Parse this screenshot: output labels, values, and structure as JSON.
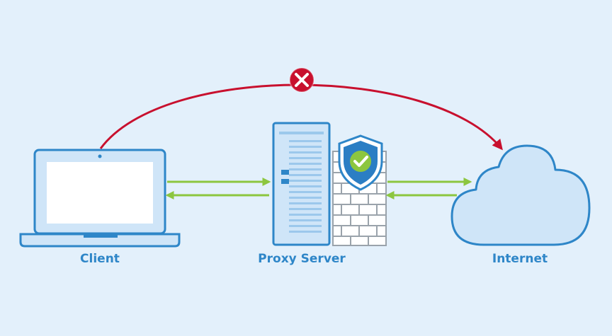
{
  "nodes": {
    "client": {
      "label": "Client",
      "icon": "laptop-icon"
    },
    "proxy": {
      "label": "Proxy Server",
      "icon": "server-rack-icon"
    },
    "firewall": {
      "icon": "firewall-brick-wall-icon",
      "badge_icon": "shield-check-icon"
    },
    "internet": {
      "label": "Internet",
      "icon": "cloud-icon"
    }
  },
  "connections": [
    {
      "from": "client",
      "to": "proxy",
      "style": "bidirectional",
      "color": "#8cc63f"
    },
    {
      "from": "proxy",
      "to": "internet",
      "style": "bidirectional",
      "color": "#8cc63f"
    },
    {
      "from": "client",
      "to": "internet",
      "style": "blocked",
      "color": "#c8102e",
      "marker_icon": "x-circle-icon"
    }
  ],
  "colors": {
    "background": "#e3f0fb",
    "accent_blue": "#2e86c8",
    "device_fill": "#cfe5f8",
    "arrow_green": "#8cc63f",
    "blocked_red": "#c8102e",
    "shield_blue": "#2b7ec4",
    "check_green": "#8cc63f"
  }
}
